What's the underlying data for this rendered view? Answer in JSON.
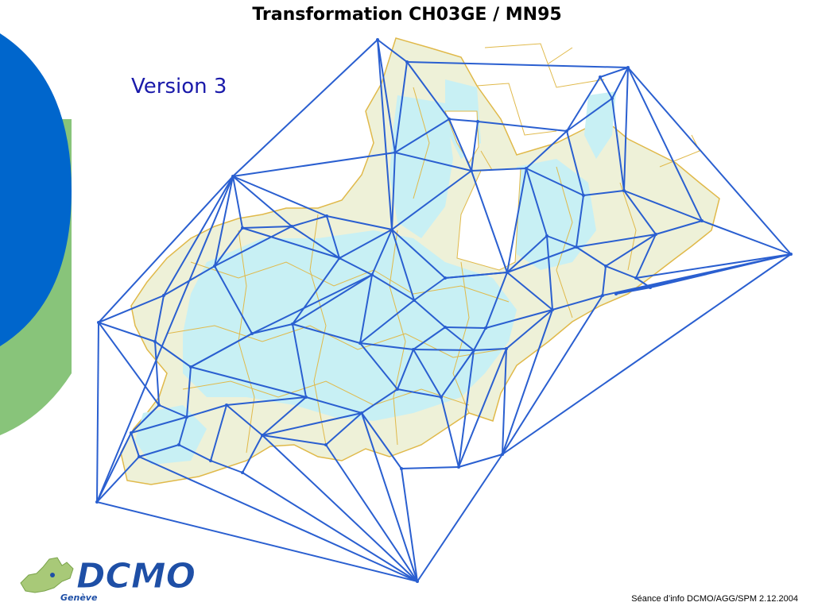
{
  "slide": {
    "title": "Transformation CH03GE / MN95",
    "subtitle": "Version 3",
    "footer": "Séance d’info DCMO/AGG/SPM 2.12.2004"
  },
  "logo": {
    "name": "DCMO",
    "tagline": "Genève",
    "icon": "geneva-canton-map-icon"
  },
  "colors": {
    "mesh": "#2a5fd0",
    "deco_blue": "#0066cc",
    "deco_green": "#88c47a",
    "map_fill": "#eef1d8",
    "map_outline": "#e0b94a",
    "water": "#c8f0f4",
    "logo_text": "#1e4fa6",
    "logo_green": "#8fb85a"
  }
}
